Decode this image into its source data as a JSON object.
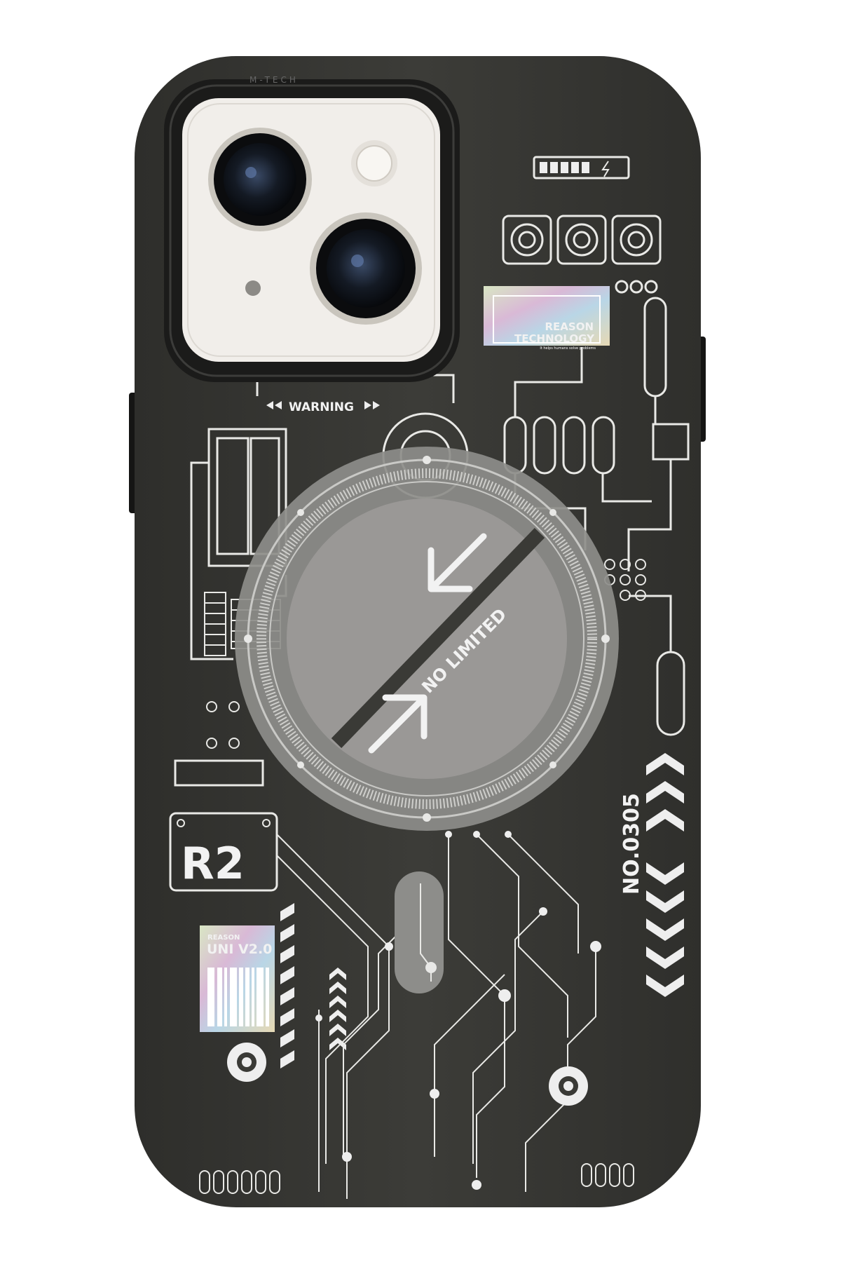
{
  "product": {
    "camera_ring_text": "M-TECH",
    "warning_label": "WARNING",
    "sticker_top": {
      "line1": "REASON",
      "line2": "TECHNOLOGY",
      "tagline": "It helps humans solve problems"
    },
    "magsafe_text": "NO LIMITED",
    "badge": "R2",
    "serial": "NO.0305",
    "sticker_bottom": {
      "line1": "REASON",
      "line2": "UNI V2.0"
    }
  },
  "colors": {
    "case": "#3a3a36",
    "print": "#eeeeea",
    "magsafe": "#8f8f8c",
    "camera_plate": "#f1eeea"
  }
}
